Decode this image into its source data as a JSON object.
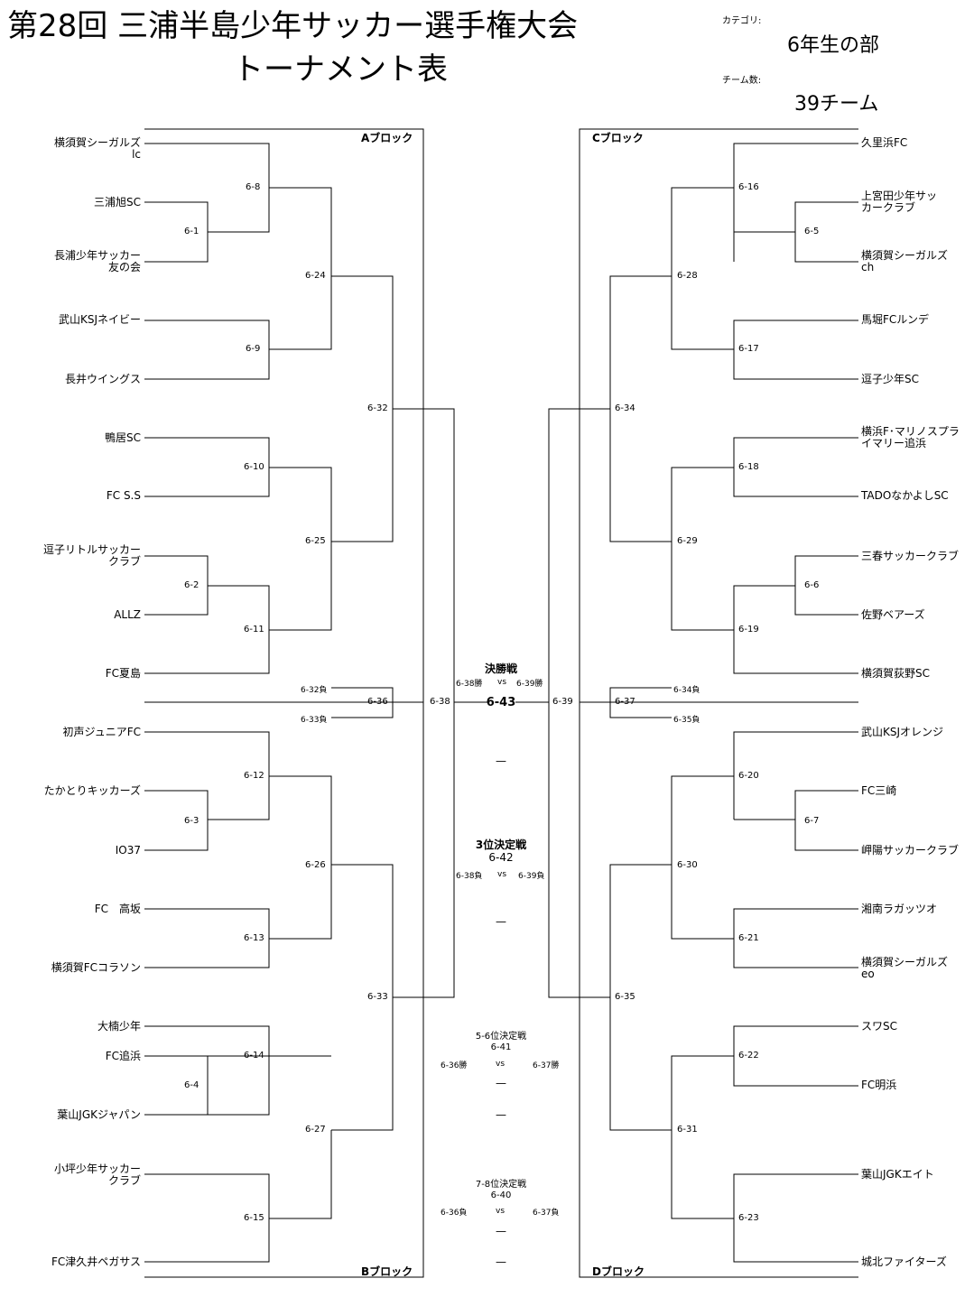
{
  "header": {
    "title": "第28回  三浦半島少年サッカー選手権大会",
    "subtitle": "トーナメント表",
    "category_label": "カテゴリ:",
    "category_value": "6年生の部",
    "teams_label": "チーム数:",
    "teams_value": "39チーム"
  },
  "blocks": {
    "a": "Aブロック",
    "b": "Bブロック",
    "c": "Cブロック",
    "d": "Dブロック"
  },
  "left_teams": [
    "横須賀シーガルズ\nlc",
    "三浦旭SC",
    "長浦少年サッカー\n友の会",
    "武山KSJネイビー",
    "長井ウイングス",
    "鴨居SC",
    "FC S.S",
    "逗子リトルサッカー\nクラブ",
    "ALLZ",
    "FC夏島",
    "初声ジュニアFC",
    "たかとりキッカーズ",
    "IO37",
    "FC　高坂",
    "横須賀FCコラソン",
    "大楠少年",
    "FC追浜",
    "葉山JGKジャパン",
    "小坪少年サッカー\nクラブ",
    "FC津久井ペガサス"
  ],
  "right_teams": [
    "久里浜FC",
    "上宮田少年サッ\nカークラブ",
    "横須賀シーガルズ\nch",
    "馬堀FCルンデ",
    "逗子少年SC",
    "横浜F･マリノスプラ\nイマリー追浜",
    "TADOなかよしSC",
    "三春サッカークラブ",
    "佐野ベアーズ",
    "横須賀荻野SC",
    "武山KSJオレンジ",
    "FC三崎",
    "岬陽サッカークラブ",
    "湘南ラガッツオ",
    "横須賀シーガルズ\neo",
    "スワSC",
    "FC明浜",
    "葉山JGKエイト",
    "城北ファイターズ"
  ],
  "left_matches": [
    "6-8",
    "6-1",
    "6-24",
    "6-9",
    "6-32",
    "6-10",
    "6-25",
    "6-2",
    "6-11",
    "6-12",
    "6-3",
    "6-26",
    "6-13",
    "6-33",
    "6-14",
    "6-4",
    "6-27",
    "6-15",
    "6-36",
    "6-38"
  ],
  "left_loser_labels": [
    "6-32負",
    "6-33負"
  ],
  "right_matches": [
    "6-16",
    "6-5",
    "6-28",
    "6-17",
    "6-34",
    "6-18",
    "6-29",
    "6-6",
    "6-19",
    "6-20",
    "6-7",
    "6-30",
    "6-21",
    "6-35",
    "6-22",
    "6-31",
    "6-23",
    "6-37",
    "6-39"
  ],
  "right_loser_labels": [
    "6-34負",
    "6-35負"
  ],
  "final": {
    "title": "決勝戦",
    "left": "6-38勝",
    "vs": "vs",
    "right": "6-39勝",
    "code": "6-43",
    "dash": "—"
  },
  "third": {
    "title": "3位決定戦",
    "code": "6-42",
    "left": "6-38負",
    "vs": "vs",
    "right": "6-39負",
    "dash": "—"
  },
  "fifth": {
    "title": "5-6位決定戦",
    "code": "6-41",
    "left": "6-36勝",
    "vs": "vs",
    "right": "6-37勝",
    "dash1": "—",
    "dash2": "—"
  },
  "seventh": {
    "title": "7-8位決定戦",
    "code": "6-40",
    "left": "6-36負",
    "vs": "vs",
    "right": "6-37負",
    "dash1": "—",
    "dash2": "—"
  }
}
